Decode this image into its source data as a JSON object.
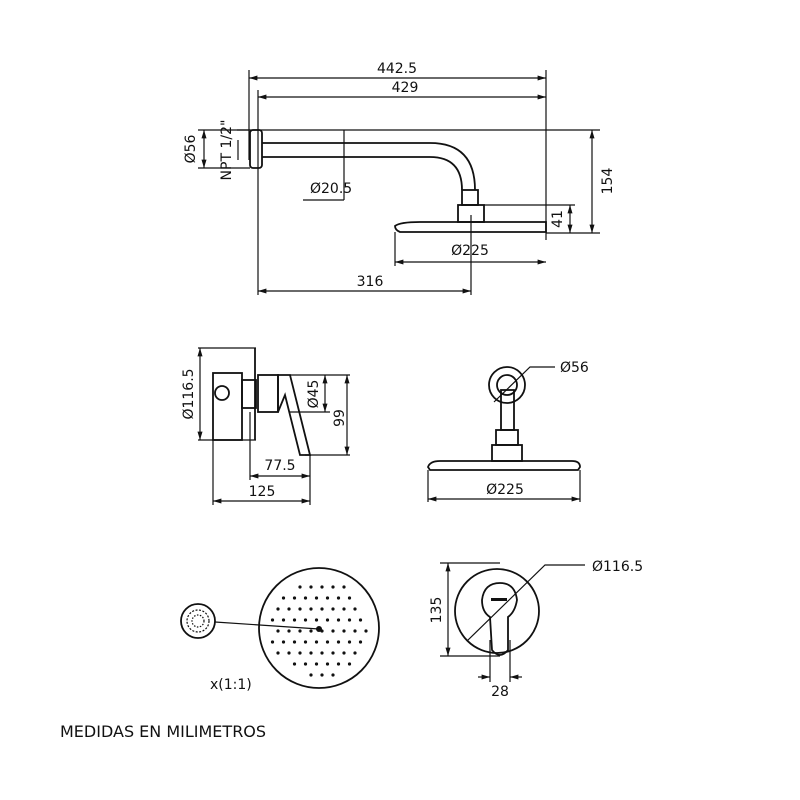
{
  "top_view": {
    "overall_length": "442.5",
    "arm_length": "429",
    "flange_dia": "Ø56",
    "thread": "NPT 1/2\"",
    "arm_dia": "Ø20.5",
    "height": "154",
    "head_height": "41",
    "head_dia": "Ø225",
    "projection": "316"
  },
  "valve_side_view": {
    "plate_dia": "Ø116.5",
    "handle_dia": "Ø45",
    "height": "99",
    "depth_handle": "77.5",
    "depth_total": "125"
  },
  "front_view": {
    "flange_dia": "Ø56",
    "head_dia": "Ø225"
  },
  "head_face_view": {
    "detail_scale": "x(1:1)"
  },
  "valve_front_view": {
    "plate_dia": "Ø116.5",
    "height": "135",
    "lever_width": "28"
  },
  "footer": {
    "note": "MEDIDAS EN MILIMETROS"
  },
  "colors": {
    "line": "#111111",
    "background": "#ffffff"
  }
}
